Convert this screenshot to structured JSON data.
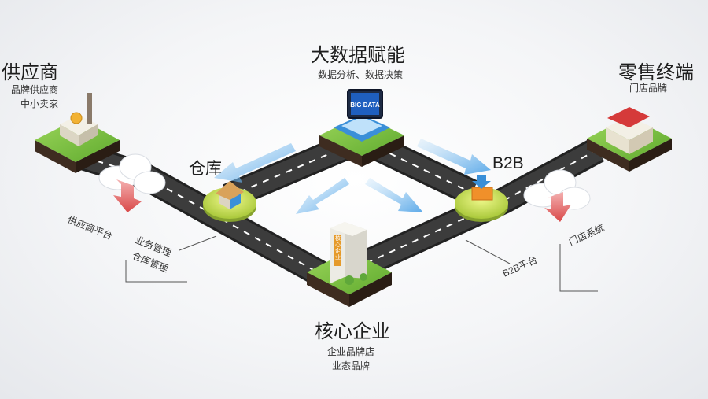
{
  "nodes": {
    "supplier": {
      "title": "供应商",
      "lines": [
        "品牌供应商",
        "中小卖家"
      ]
    },
    "bigdata": {
      "title": "大数据赋能",
      "subtitle": "数据分析、数据决策",
      "screen_text": "BIG DATA"
    },
    "retail": {
      "title": "零售终端",
      "subtitle": "门店品牌"
    },
    "core": {
      "title": "核心企业",
      "lines": [
        "企业品牌店",
        "业态品牌"
      ],
      "building_text": "核心企业"
    }
  },
  "hubs": {
    "warehouse": "仓库",
    "b2b": "B2B"
  },
  "systems": {
    "supplier_platform": "供应商平台",
    "biz_mgmt": "业务管理",
    "wh_mgmt": "仓库管理",
    "b2b_platform": "B2B平台",
    "store_system": "门店系统"
  },
  "colors": {
    "road": "#3c3c3c",
    "grass": "#7cc242",
    "soil": "#3a2a1e",
    "arrow_blue": "#6fb3ea",
    "arrow_red": "#e46a6a",
    "hub": "#cfe35a"
  }
}
